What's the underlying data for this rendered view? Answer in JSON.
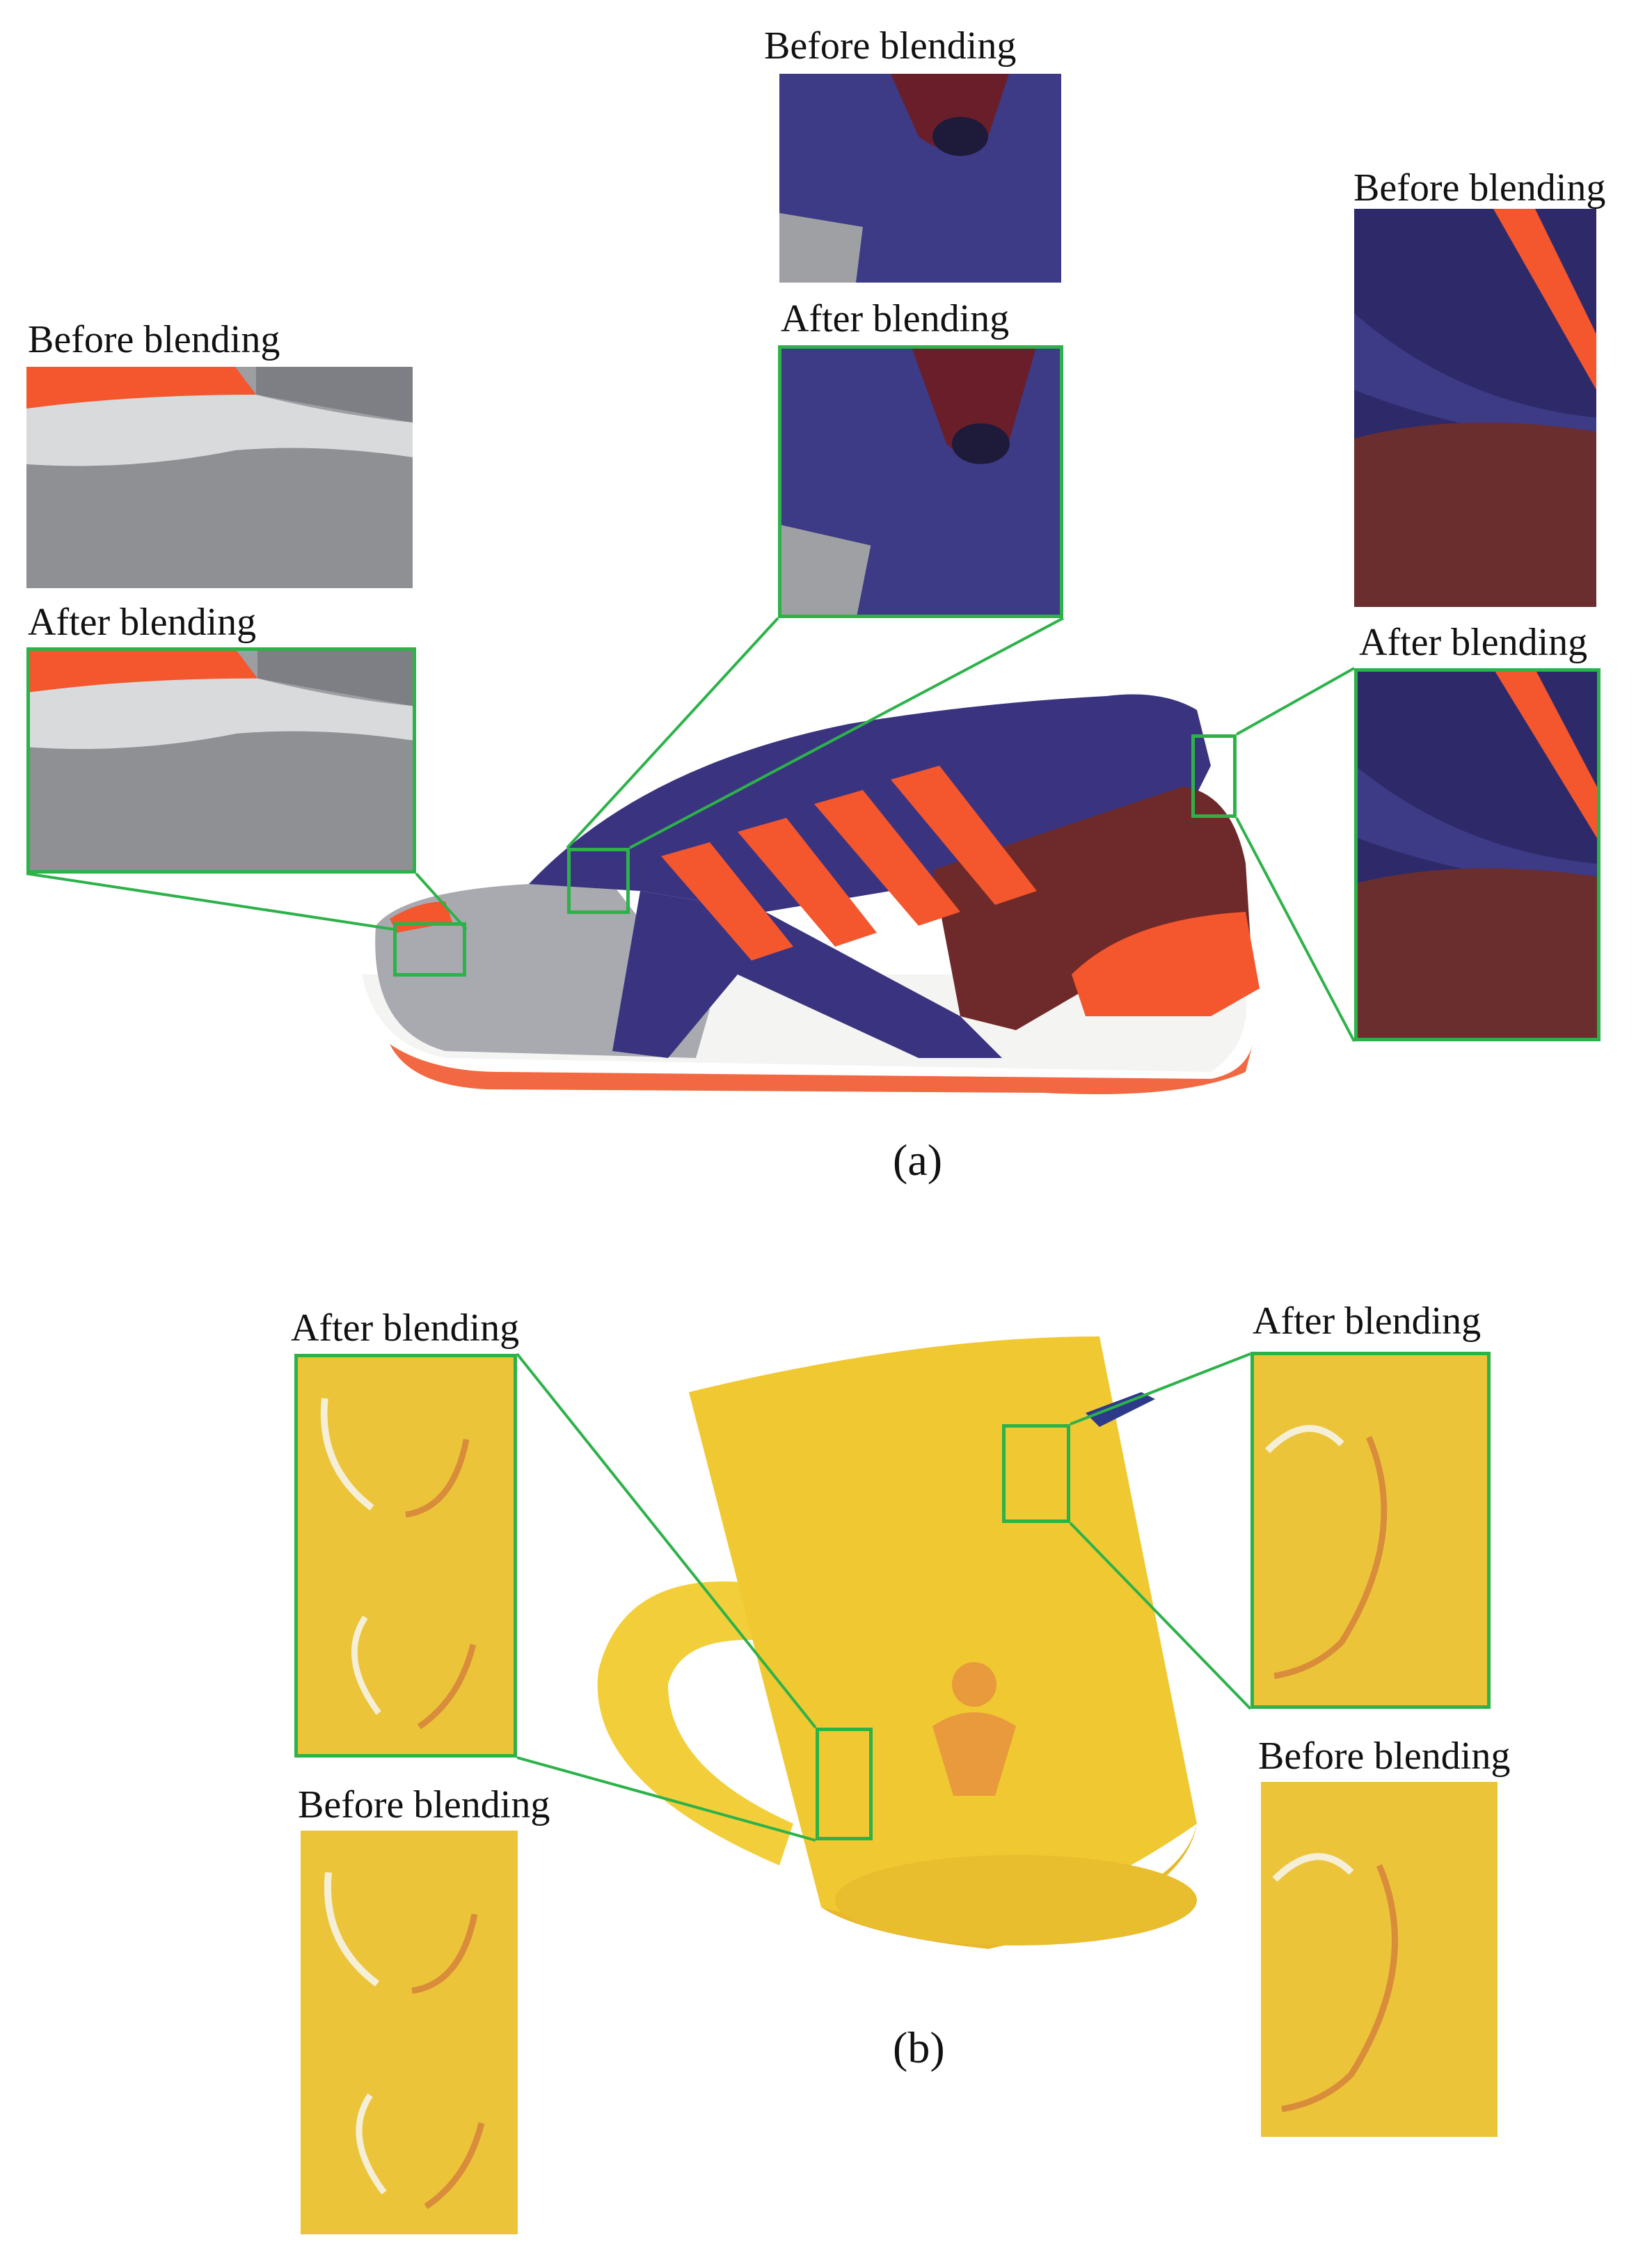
{
  "colors": {
    "highlight_box": "#2db24a",
    "shoe_navy": "#3a3480",
    "shoe_orange": "#f4562d",
    "shoe_maroon": "#6e2a2a",
    "shoe_grey": "#a8aab0",
    "mug_yellow": "#f0c832",
    "mug_orange_motif": "#e89a3c"
  },
  "panel_a": {
    "caption": "(a)",
    "left_before_label": "Before blending",
    "left_after_label": "After blending",
    "top_before_label": "Before blending",
    "top_after_label": "After blending",
    "right_before_label": "Before blending",
    "right_after_label": "After blending"
  },
  "panel_b": {
    "caption": "(b)",
    "left_after_label": "After blending",
    "left_before_label": "Before blending",
    "right_after_label": "After blending",
    "right_before_label": "Before blending"
  }
}
